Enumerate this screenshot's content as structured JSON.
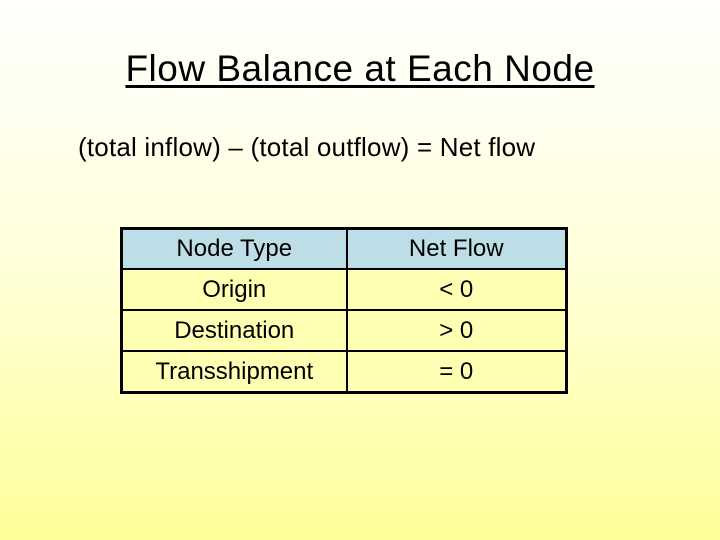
{
  "slide": {
    "title": "Flow Balance at Each Node",
    "subtitle": "(total inflow) – (total outflow) = Net flow"
  },
  "table": {
    "headers": [
      "Node Type",
      "Net Flow"
    ],
    "rows": [
      [
        "Origin",
        "< 0"
      ],
      [
        "Destination",
        "> 0"
      ],
      [
        "Transshipment",
        "= 0"
      ]
    ]
  },
  "colors": {
    "background_top": "#FFFFFC",
    "background_bottom": "#FFFF99",
    "table_header_bg": "#BDDEE6",
    "table_cell_bg": "#FFFFB3",
    "table_border": "#000000",
    "text": "#000000"
  }
}
